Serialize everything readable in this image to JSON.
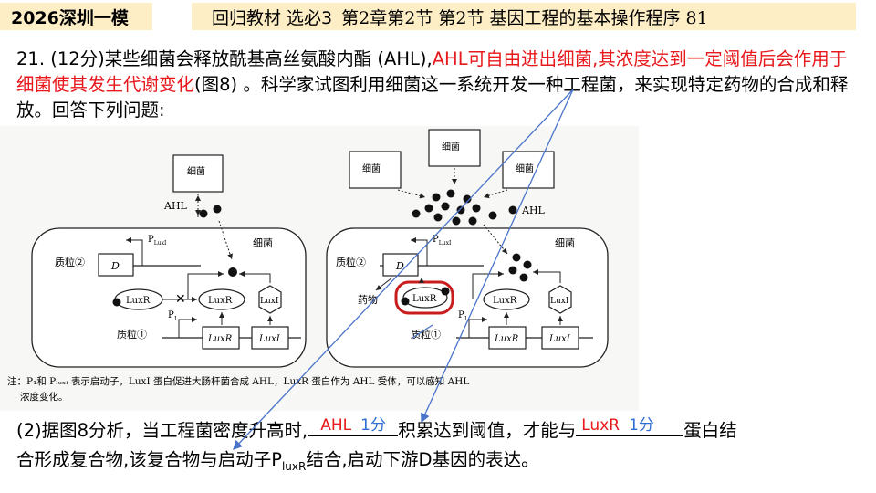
{
  "header": {
    "left_title": "2026深圳一模",
    "right_title": "回归教材  选必3",
    "right_subtitle": "第2章第2节  第2节  基因工程的基本操作程序 81"
  },
  "question": {
    "prefix": "21. (12分)某些细菌会释放酰基高丝氨酸内酯 (AHL),",
    "highlight": "AHL可自由进出细菌,其浓度达到一定阈值后会作用于细菌使其发生代谢变化",
    "suffix": "(图8) 。科学家试图利用细菌这一系统开发一种工程菌，来实现特定药物的合成和释放。回答下列问题:"
  },
  "figure": {
    "bacterium_small": "细菌",
    "ahl": "AHL",
    "cell_label": "细菌",
    "plasmid2": "质粒②",
    "plasmid1": "质粒①",
    "gene_d": "D",
    "gene_luxr": "LuxR",
    "gene_luxi": "LuxI",
    "protein_luxr": "LuxR",
    "protein_luxi": "LuxI",
    "complex": "LuxR",
    "promoter_p1": "P",
    "promoter_p1_sub": "1",
    "promoter_plux": "P",
    "promoter_plux_sub": "LuxI",
    "drug": "药物",
    "x_mark": "✕",
    "note_line1": "注：P₁和 Pₗᵤₓᵢ 表示启动子，LuxI 蛋白促进大肠杆菌合成 AHL，LuxR 蛋白作为 AHL 受体，可以感知 AHL",
    "note_line2": "浓度变化。"
  },
  "answer": {
    "part": "(2)据图8分析，当工程菌密度升高时,",
    "mid": "积累达到阈值，才能与",
    "end1": "蛋白结",
    "end2": "合形成复合物,该复合物与启动子P",
    "sub": "luxR",
    "end3": "结合,启动下游D基因的表达。",
    "fill1": "AHL",
    "score1": "1分",
    "fill2": "LuxR",
    "score2": "1分"
  },
  "colors": {
    "header_bg": "#fdeec6",
    "highlight": "#e8191c",
    "score": "#2f6fd3",
    "arrow": "#4a74c9"
  }
}
